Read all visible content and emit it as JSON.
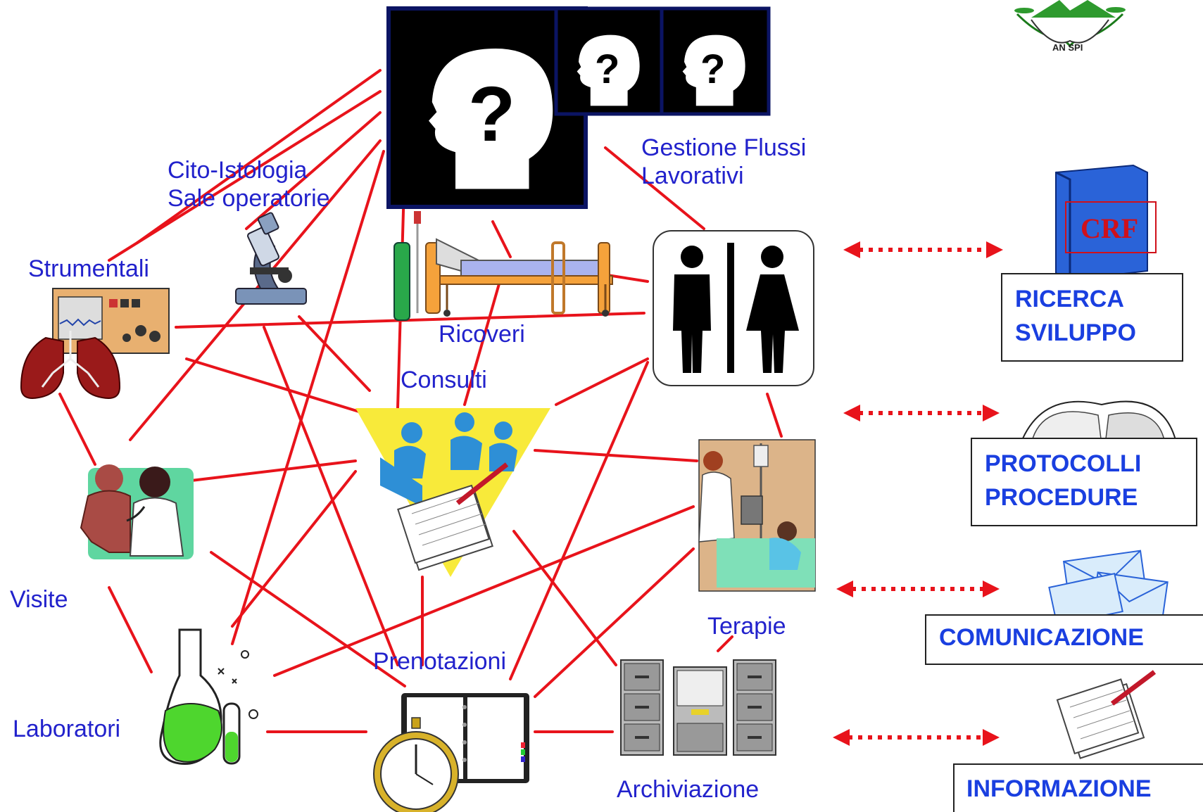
{
  "logo": {
    "text": "AN SPI"
  },
  "heads": {
    "glyph": "?"
  },
  "nodes": {
    "gestione": {
      "line1": "Gestione Flussi",
      "line2": "Lavorativi"
    },
    "cito": {
      "line1": "Cito-Istologia",
      "line2": "Sale operatorie"
    },
    "strumentali": "Strumentali",
    "ricoveri": "Ricoveri",
    "consulti": "Consulti",
    "visite": "Visite",
    "laboratori": "Laboratori",
    "prenotazioni": "Prenotazioni",
    "terapie": "Terapie",
    "archiviazione": "Archiviazione"
  },
  "right": {
    "crf": "CRF",
    "ricerca": {
      "line1": "RICERCA",
      "line2": "SVILUPPO"
    },
    "protocolli": {
      "line1": "PROTOCOLLI",
      "line2": "PROCEDURE"
    },
    "comunicazione": "COMUNICAZIONE",
    "informazione": "INFORMAZIONE"
  },
  "colors": {
    "lines": "#e8131b",
    "labels": "#2222cc",
    "box_text": "#1a3fe0",
    "crf": "#d0101a",
    "binder": "#2a63d8"
  },
  "icons": [
    "head-question-icon",
    "microscope-icon",
    "monitor-lungs-icon",
    "hospital-bed-icon",
    "restroom-icon",
    "meeting-icon",
    "doctor-patient-icon",
    "infusion-icon",
    "flask-icon",
    "agenda-stopwatch-icon",
    "file-cabinet-icon",
    "binder-icon",
    "open-book-icon",
    "envelopes-icon",
    "document-pen-icon",
    "logo-icon"
  ]
}
